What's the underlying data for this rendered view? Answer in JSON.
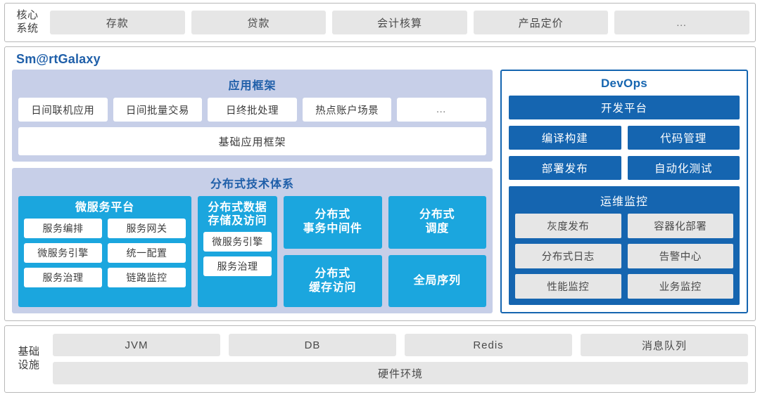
{
  "core_system": {
    "label": "核心\n系统",
    "label_line1": "核心",
    "label_line2": "系统",
    "items": [
      "存款",
      "贷款",
      "会计核算",
      "产品定价",
      "…"
    ]
  },
  "galaxy": {
    "title": "Sm@rtGalaxy",
    "app_framework": {
      "title": "应用框架",
      "items": [
        "日间联机应用",
        "日间批量交易",
        "日终批处理",
        "热点账户场景",
        "…"
      ],
      "base": "基础应用框架"
    },
    "tech_system": {
      "title": "分布式技术体系",
      "microservice": {
        "title": "微服务平台",
        "rows": [
          [
            "服务编排",
            "服务网关"
          ],
          [
            "微服务引擎",
            "统一配置"
          ],
          [
            "服务治理",
            "链路监控"
          ]
        ]
      },
      "storage": {
        "title": "分布式数据\n存储及访问",
        "title_line1": "分布式数据",
        "title_line2": "存储及访问",
        "rows": [
          [
            "微服务引擎"
          ],
          [
            "服务治理"
          ]
        ]
      },
      "middle_column": [
        {
          "line1": "分布式",
          "line2": "事务中间件"
        },
        {
          "line1": "分布式",
          "line2": "缓存访问"
        }
      ],
      "right_column": [
        {
          "line1": "分布式",
          "line2": "调度"
        },
        {
          "line1": "全局序列",
          "line2": ""
        }
      ]
    },
    "devops": {
      "title": "DevOps",
      "platform": "开发平台",
      "rows": [
        [
          "编译构建",
          "代码管理"
        ],
        [
          "部署发布",
          "自动化测试"
        ]
      ],
      "ops": {
        "title": "运维监控",
        "rows": [
          [
            "灰度发布",
            "容器化部署"
          ],
          [
            "分布式日志",
            "告警中心"
          ],
          [
            "性能监控",
            "业务监控"
          ]
        ]
      }
    }
  },
  "infrastructure": {
    "label_line1": "基础",
    "label_line2": "设施",
    "items": [
      "JVM",
      "DB",
      "Redis",
      "消息队列"
    ],
    "hardware": "硬件环境"
  },
  "colors": {
    "brand_blue": "#1f5fa9",
    "devops_blue": "#1565b0",
    "cyan": "#1ba6de",
    "lavender": "#c7cfe8",
    "grey_chip": "#e6e6e6",
    "border_grey": "#b8b8b8"
  }
}
